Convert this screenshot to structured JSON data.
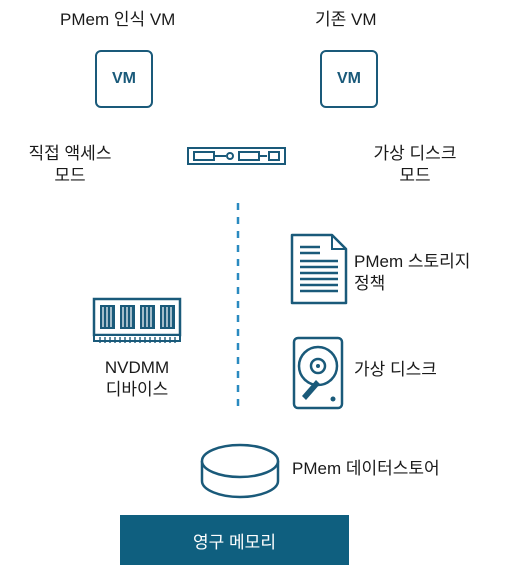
{
  "vm_pmem": {
    "title": "PMem 인식 VM",
    "box": "VM"
  },
  "vm_legacy": {
    "title": "기존 VM",
    "box": "VM"
  },
  "left_mode": {
    "line1": "직접 액세스",
    "line2": "모드"
  },
  "right_mode": {
    "line1": "가상 디스크",
    "line2": "모드"
  },
  "nvdimm": {
    "line1": "NVDMM",
    "line2": "디바이스"
  },
  "policy": {
    "line1": "PMem 스토리지",
    "line2": "정책"
  },
  "vdisk": {
    "label": "가상 디스크"
  },
  "datastore": {
    "label": "PMem 데이터스토어"
  },
  "memory_bar": {
    "label": "영구 메모리"
  },
  "colors": {
    "accent": "#1a5a7a",
    "bar": "#0f5f7f",
    "dashed": "#2a8ac0"
  },
  "icons": [
    "server-icon",
    "memory-module-icon",
    "document-icon",
    "hard-disk-icon",
    "datastore-icon"
  ]
}
